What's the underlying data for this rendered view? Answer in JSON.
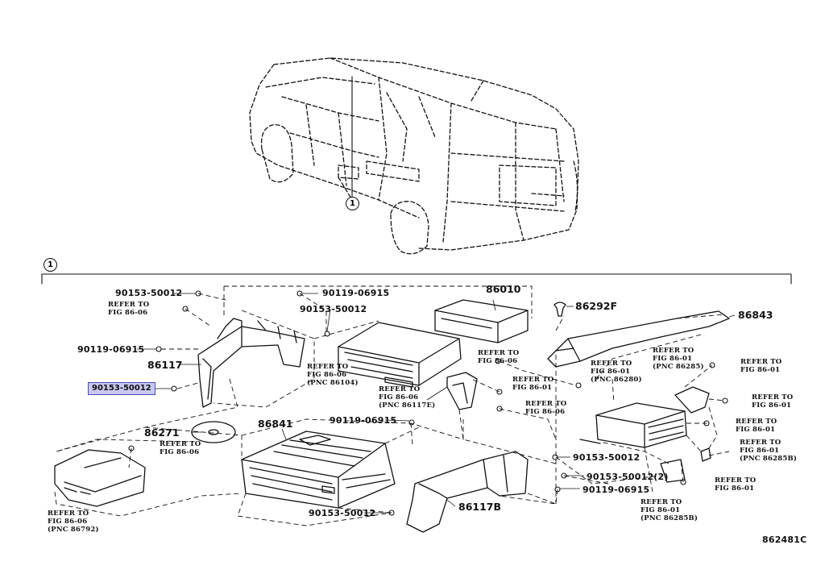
{
  "diagram_id": "862481C",
  "callout": "1",
  "part_numbers": {
    "p86010": "86010",
    "p86292F": "86292F",
    "p86843": "86843",
    "p86117": "86117",
    "p86271": "86271",
    "p86841": "86841",
    "p86117B": "86117B",
    "b90153_a": "90153-50012",
    "b90153_b": "90153-50012",
    "b90153_hl": "90153-50012",
    "b90153_c": "90153-50012",
    "b90153_d": "90153-50012(2)",
    "b90153_e": "90153-50012",
    "b90119_a": "90119-06915",
    "b90119_b": "90119-06915",
    "b90119_c": "90119-06915",
    "b90119_d": "90119-06915"
  },
  "notes": {
    "n1": [
      "REFER TO",
      "FIG 86-06"
    ],
    "n2": [
      "REFER TO",
      "FIG 86-06",
      "(PNC 86104)"
    ],
    "n3": [
      "REFER TO",
      "FIG 86-06"
    ],
    "n4": [
      "REFER TO",
      "FIG 86-06",
      "(PNC 86117E)"
    ],
    "n5": [
      "REFER TO",
      "FIG 86-01"
    ],
    "n6": [
      "REFER TO",
      "FIG 86-06"
    ],
    "n7": [
      "REFER TO",
      "FIG 86-01",
      "(PNC 86280)"
    ],
    "n8": [
      "REFER TO",
      "FIG 86-01",
      "(PNC 86285)"
    ],
    "n9": [
      "REFER TO",
      "FIG 86-01"
    ],
    "n10": [
      "REFER TO",
      "FIG 86-01"
    ],
    "n11": [
      "REFER TO",
      "FIG 86-01"
    ],
    "n12": [
      "REFER TO",
      "FIG 86-01",
      "(PNC 86285B)"
    ],
    "n13": [
      "REFER TO",
      "FIG 86-01"
    ],
    "n14": [
      "REFER TO",
      "FIG 86-01",
      "(PNC 86285B)"
    ],
    "n15": [
      "REFER TO",
      "FIG 86-06"
    ],
    "n16": [
      "REFER TO",
      "FIG 86-06",
      "(PNC 86792)"
    ]
  }
}
